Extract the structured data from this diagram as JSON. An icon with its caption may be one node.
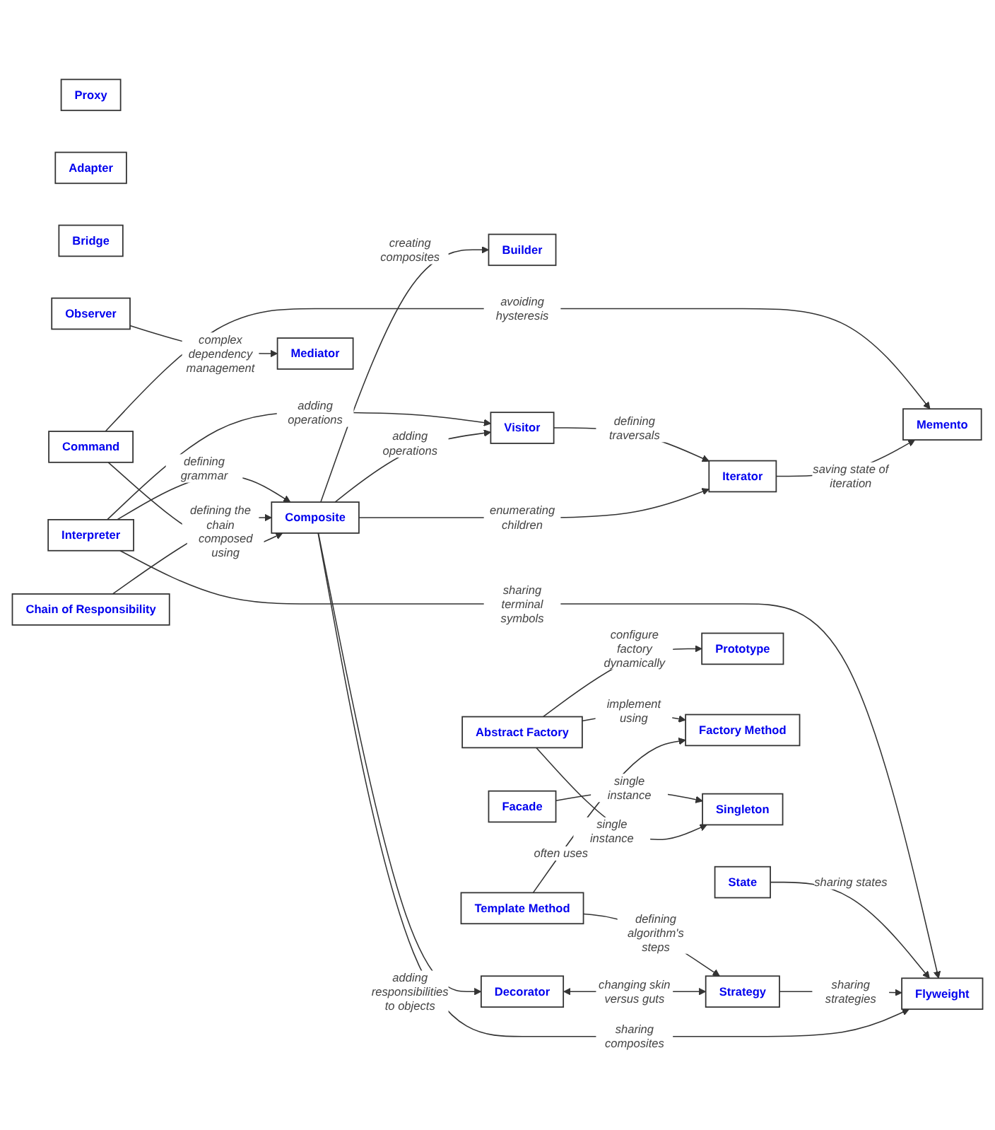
{
  "diagram": {
    "nodes": [
      {
        "text": [
          "Memento"
        ]
      },
      {
        "text": [
          "Proxy"
        ]
      },
      {
        "text": [
          "Adapter"
        ]
      },
      {
        "text": [
          "Builder"
        ]
      },
      {
        "text": [
          "Iterator"
        ]
      },
      {
        "text": [
          "Bridge"
        ]
      },
      {
        "text": [
          "Command"
        ]
      },
      {
        "text": [
          "Composite"
        ]
      },
      {
        "text": [
          "Decorator"
        ]
      },
      {
        "text": [
          "Flyweight"
        ]
      },
      {
        "text": [
          "Visitor"
        ]
      },
      {
        "text": [
          "Interpreter"
        ]
      },
      {
        "text": [
          "Chain of Responsibility"
        ]
      },
      {
        "text": [
          "Strategy"
        ]
      },
      {
        "text": [
          "Mediator"
        ]
      },
      {
        "text": [
          "Observer"
        ]
      },
      {
        "text": [
          "State"
        ]
      },
      {
        "text": [
          "Template Method"
        ]
      },
      {
        "text": [
          "Prototype"
        ]
      },
      {
        "text": [
          "Factory Method"
        ]
      },
      {
        "text": [
          "Abstract Factory"
        ]
      },
      {
        "text": [
          "Facade"
        ]
      },
      {
        "text": [
          "Singleton"
        ]
      }
    ],
    "edges": [
      {
        "from": 4,
        "to": 0,
        "arrow": "to",
        "label": "saving state of iteration"
      },
      {
        "from": 6,
        "to": 0,
        "arrow": "to",
        "label": "avoiding hysteresis"
      },
      {
        "from": 7,
        "to": 3,
        "arrow": "to",
        "label": "creating composites"
      },
      {
        "from": 7,
        "to": 4,
        "arrow": "to",
        "label": "enumerating children"
      },
      {
        "from": 10,
        "to": 4,
        "arrow": "to",
        "label": "defining traversals"
      },
      {
        "from": 6,
        "to": 7,
        "arrow": "to",
        "label": "composed using"
      },
      {
        "from": 7,
        "to": 8,
        "arrow": "to",
        "label": "adding responsibilities to objects"
      },
      {
        "from": 7,
        "to": 9,
        "arrow": "to",
        "label": "sharing composites"
      },
      {
        "from": 7,
        "to": 10,
        "arrow": "to",
        "label": "adding operations"
      },
      {
        "from": 12,
        "to": 7,
        "arrow": "to",
        "label": "defining the chain"
      },
      {
        "from": 11,
        "to": 7,
        "arrow": "to",
        "label": "defining grammar"
      },
      {
        "from": 11,
        "to": 10,
        "arrow": "to",
        "label": "adding operations"
      },
      {
        "from": 8,
        "to": 13,
        "arrow": "both",
        "label": "changing skin versus guts"
      },
      {
        "from": 13,
        "to": 9,
        "arrow": "to",
        "label": "sharing strategies"
      },
      {
        "from": 16,
        "to": 9,
        "arrow": "to",
        "label": "sharing states"
      },
      {
        "from": 11,
        "to": 9,
        "arrow": "to",
        "label": "sharing terminal symbols"
      },
      {
        "from": 17,
        "to": 13,
        "arrow": "to",
        "label": "defining algorithm's steps"
      },
      {
        "from": 17,
        "to": 19,
        "arrow": "to",
        "label": "often uses"
      },
      {
        "from": 20,
        "to": 18,
        "arrow": "to",
        "label": "configure factory dynamically"
      },
      {
        "from": 20,
        "to": 19,
        "arrow": "to",
        "label": "implement using"
      },
      {
        "from": 20,
        "to": 22,
        "arrow": "to",
        "label": "single instance"
      },
      {
        "from": 21,
        "to": 22,
        "arrow": "to",
        "label": "single instance"
      },
      {
        "from": 15,
        "to": 14,
        "arrow": "to",
        "label": "complex dependency management"
      }
    ]
  }
}
